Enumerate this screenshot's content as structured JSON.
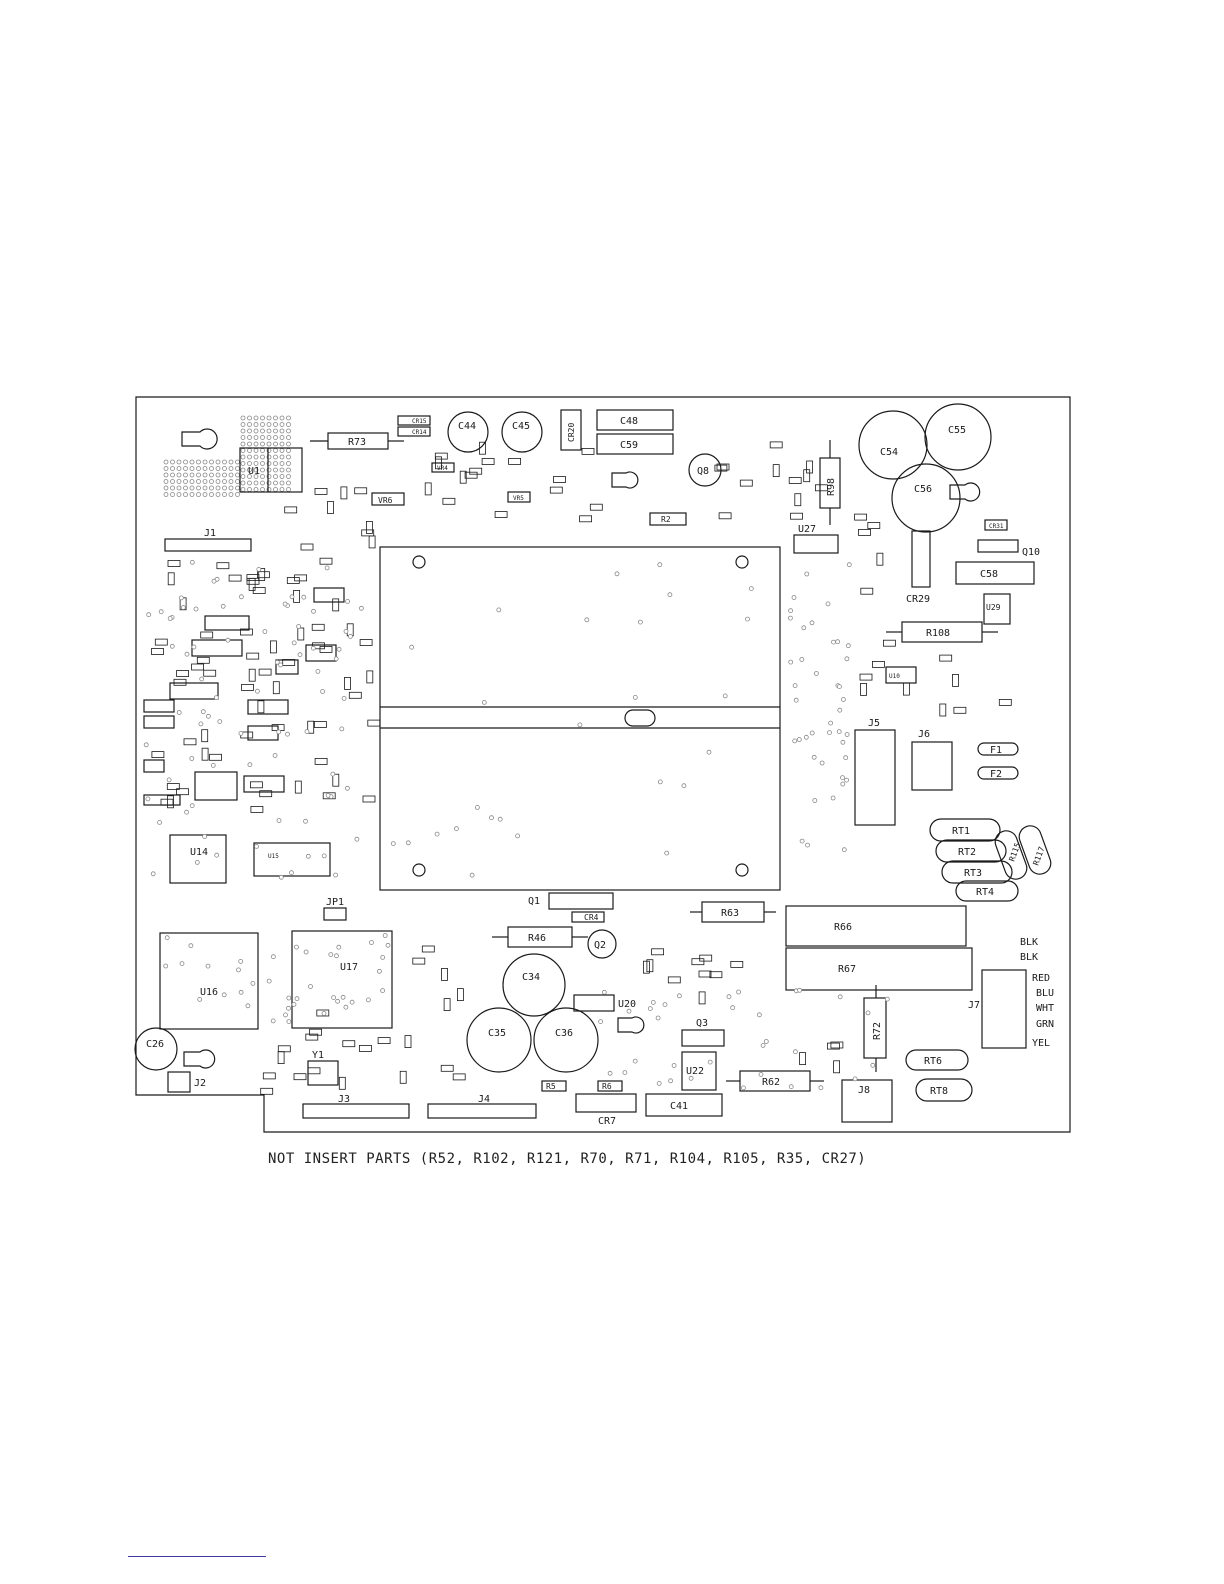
{
  "note": "NOT INSERT PARTS (R52, R102, R121, R70, R71, R104, R105, R35, CR27)",
  "colors": {
    "ink": "#1a1a1a",
    "board_fill": "#ffffff",
    "via": "#888888"
  },
  "components": {
    "U1": "U1",
    "R73": "R73",
    "CR15": "CR15",
    "CR14": "CR14",
    "C44": "C44",
    "C45": "C45",
    "CR20": "CR20",
    "C48": "C48",
    "C59": "C59",
    "Q8": "Q8",
    "C54": "C54",
    "C55": "C55",
    "C56": "C56",
    "R98": "R98",
    "U27": "U27",
    "J1": "J1",
    "VR6": "VR6",
    "VR4": "VR4",
    "VR5": "VR5",
    "CR31": "CR31",
    "Q10": "Q10",
    "C58": "C58",
    "U29": "U29",
    "CR29": "CR29",
    "R108": "R108",
    "J5": "J5",
    "J6": "J6",
    "F1": "F1",
    "F2": "F2",
    "RT1": "RT1",
    "RT2": "RT2",
    "RT3": "RT3",
    "RT4": "RT4",
    "R115": "R115",
    "R117": "R117",
    "U14": "U14",
    "U15": "U15",
    "U16": "U16",
    "U17": "U17",
    "JP1": "JP1",
    "Q1": "Q1",
    "CR4": "CR4",
    "R63": "R63",
    "R46": "R46",
    "Q2": "Q2",
    "C34": "C34",
    "C35": "C35",
    "C36": "C36",
    "U20": "U20",
    "R66": "R66",
    "R67": "R67",
    "R72": "R72",
    "J7": "J7",
    "Q3": "Q3",
    "U22": "U22",
    "R62": "R62",
    "J8": "J8",
    "RT6": "RT6",
    "RT8": "RT8",
    "C41": "C41",
    "CR7": "CR7",
    "R5": "R5",
    "R6": "R6",
    "J3": "J3",
    "J4": "J4",
    "C26": "C26",
    "J2": "J2",
    "Y1": "Y1",
    "R2": "R2",
    "U10": "U10"
  },
  "wire_labels": {
    "blk1": "BLK",
    "blk2": "BLK",
    "red": "RED",
    "blu": "BLU",
    "wht": "WHT",
    "grn": "GRN",
    "yel": "YEL"
  }
}
